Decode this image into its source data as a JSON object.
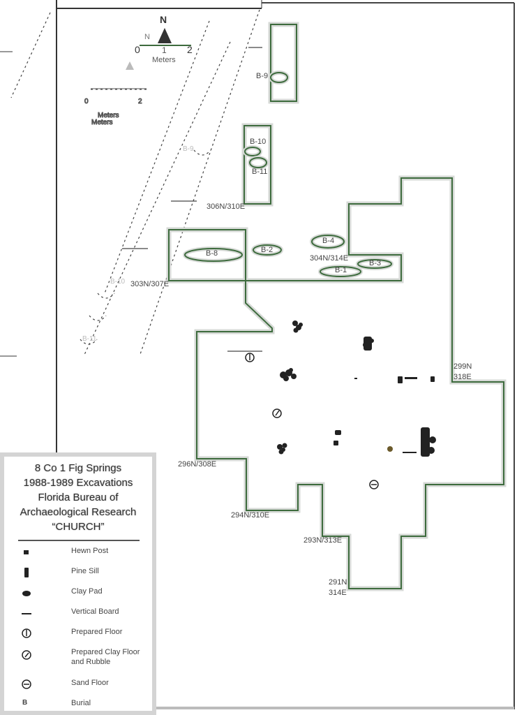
{
  "north_arrow": {
    "label": "N",
    "ghost_label": "N"
  },
  "scale": {
    "ticks": [
      "0",
      "1",
      "2"
    ],
    "unit": "Meters"
  },
  "burials": [
    {
      "id": "b9",
      "label": "B-9"
    },
    {
      "id": "b10",
      "label": "B-10"
    },
    {
      "id": "b11",
      "label": "B-11"
    },
    {
      "id": "b8",
      "label": "B-8"
    },
    {
      "id": "b2",
      "label": "B-2"
    },
    {
      "id": "b4",
      "label": "B-4"
    },
    {
      "id": "b1",
      "label": "B-1"
    },
    {
      "id": "b3",
      "label": "B-3"
    }
  ],
  "grid_labels": {
    "g306": "306N/310E",
    "g303": "303N/307E",
    "g304": "304N/314E",
    "g299a": "299N",
    "g299b": "318E",
    "g296": "296N/308E",
    "g294": "294N/310E",
    "g293": "293N/313E",
    "g291a": "291N",
    "g291b": "314E"
  },
  "ghost_labels": {
    "b9": "B-9",
    "b10": "B-10",
    "b11": "B-11"
  },
  "legend": {
    "title_lines": [
      "8 Co 1 Fig Springs",
      "1988-1989 Excavations",
      "Florida Bureau of",
      "Archaeological Research",
      "“CHURCH”"
    ],
    "items": [
      {
        "symbol": "hewn-post",
        "label": "Hewn Post"
      },
      {
        "symbol": "pine-sill",
        "label": "Pine Sill"
      },
      {
        "symbol": "clay-pad",
        "label": "Clay Pad"
      },
      {
        "symbol": "vertical-board",
        "label": "Vertical Board"
      },
      {
        "symbol": "prepared-floor",
        "label": "Prepared Floor"
      },
      {
        "symbol": "prepared-clay-floor",
        "label": "Prepared Clay Floor and Rubble"
      },
      {
        "symbol": "sand-floor",
        "label": "Sand Floor"
      },
      {
        "symbol": "burial",
        "label": "Burial",
        "glyph": "B"
      }
    ]
  },
  "colors": {
    "unit_outline": "#3d6b3d",
    "halo": "#d6d9d6",
    "feature": "#222222"
  }
}
